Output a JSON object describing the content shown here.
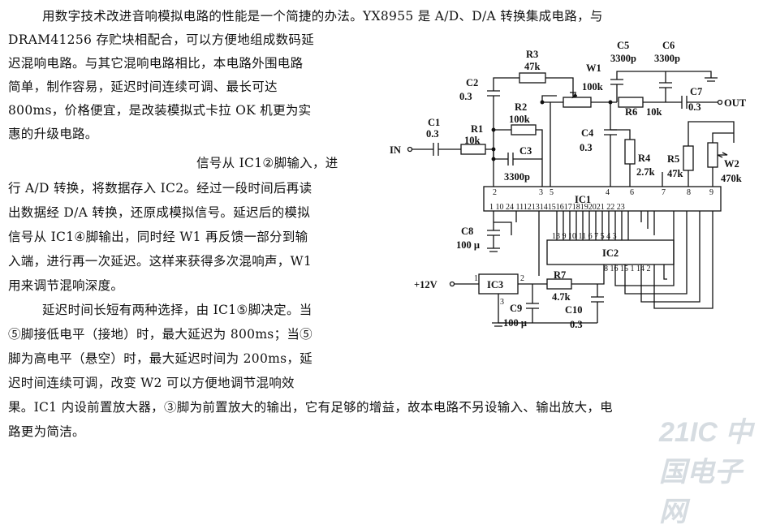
{
  "text_lines": {
    "l1": "用数字技术改进音响模拟电路的性能是一个简捷的办法。YX8955 是 A/D、D/A 转换集成电路，与",
    "l2": "DRAM41256 存贮块相配合，可以方便地组成数码延",
    "l3": "迟混响电路。与其它混响电路相比，本电路外围电路",
    "l4": "简单，制作容易，延迟时间连续可调、最长可达",
    "l5": "800ms，价格便宜，是改装模拟式卡拉 OK 机更为实",
    "l6": "惠的升级电路。",
    "l7": "信号从 IC1②脚输入，进",
    "l8": "行 A/D 转换，将数据存入 IC2。经过一段时间后再读",
    "l9": "出数据经 D/A 转换，还原成模拟信号。延迟后的模拟",
    "l10": "信号从 IC1④脚输出，同时经 W1 再反馈一部分到输",
    "l11": "入端，进行再一次延迟。这样来获得多次混响声，W1",
    "l12": "用来调节混响深度。",
    "l13": "延迟时间长短有两种选择，由 IC1⑤脚决定。当",
    "l14": "⑤脚接低电平（接地）时，最大延迟为 800ms；当⑤",
    "l15": "脚为高电平（悬空）时，最大延迟时间为 200ms，延",
    "l16": "迟时间连续可调，改变 W2 可以方便地调节混响效",
    "l17": "果。IC1 内设前置放大器，③脚为前置放大的输出，它有足够的增益，故本电路不另设输入、输出放大，电",
    "l18": "路更为简洁。"
  },
  "schematic": {
    "r3": "R3",
    "r3v": "47k",
    "w1": "W1",
    "w1v": "100k",
    "c5": "C5",
    "c5v": "3300p",
    "c6": "C6",
    "c6v": "3300p",
    "c2": "C2",
    "c2v": "0.3",
    "r2": "R2",
    "r2v": "100k",
    "r6": "R6",
    "r6v": "10k",
    "c7": "C7",
    "c7v": "0.3",
    "out": "OUT",
    "c1": "C1",
    "c1v": "0.3",
    "r1": "R1",
    "r1v": "10k",
    "c3": "C3",
    "c3v": "3300p",
    "c4": "C4",
    "c4v": "0.3",
    "r4": "R4",
    "r4v": "2.7k",
    "r5": "R5",
    "r5v": "47k",
    "w2": "W2",
    "w2v": "470k",
    "in": "IN",
    "ic1": "IC1",
    "ic2": "IC2",
    "ic3": "IC3",
    "c8": "C8",
    "c8v": "100 μ",
    "vcc": "+12V",
    "r7": "R7",
    "r7v": "4.7k",
    "c9": "C9",
    "c9v": "100 μ",
    "c10": "C10",
    "c10v": "0.3",
    "ic1_top_pins": [
      "2",
      "3",
      "5",
      "4",
      "6",
      "7",
      "8",
      "9"
    ],
    "ic1_bottom_pins": "1 10 24 1112131415161718192021 22 23",
    "ic2_top_pins": "13 9 10 11 6 7 5 4 3",
    "ic2_bottom_pins": "8 16 15 1 14 2",
    "ic3_pins": [
      "1",
      "2",
      "3"
    ]
  },
  "watermark": "21IC 中国电子网"
}
